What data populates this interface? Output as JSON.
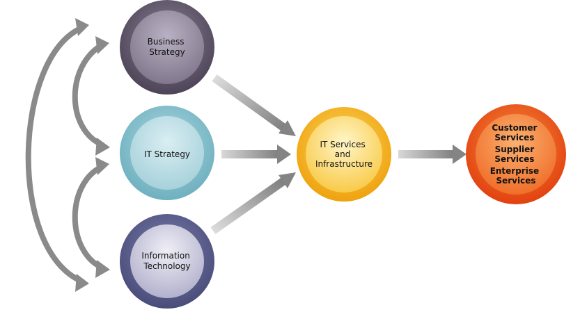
{
  "nodes": {
    "business_strategy": {
      "lines": [
        "Business",
        "Strategy"
      ]
    },
    "it_strategy": {
      "lines": [
        "IT Strategy"
      ]
    },
    "information_technology": {
      "lines": [
        "Information",
        "Technology"
      ]
    },
    "it_services": {
      "lines": [
        "IT Services",
        "and",
        "Infrastructure"
      ]
    },
    "services": {
      "lines": [
        "Customer",
        "Services",
        "Supplier",
        "Services",
        "Enterprise",
        "Services"
      ]
    }
  },
  "colors": {
    "business_strategy": "#6b6178",
    "it_strategy": "#8fc4d0",
    "information_technology": "#5e6190",
    "it_services": "#f5b92a",
    "services": "#ec5a1e",
    "arrow": "#8a8a8a"
  }
}
